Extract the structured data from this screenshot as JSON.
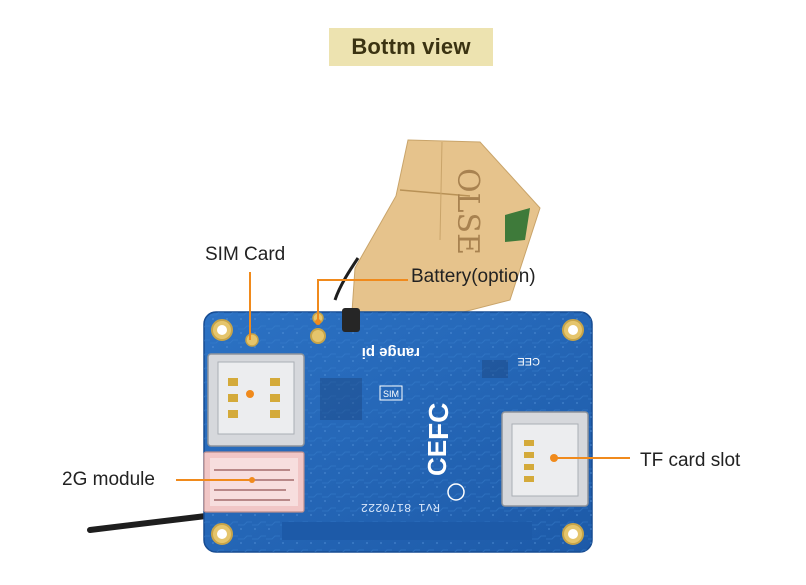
{
  "title": "Bottm view",
  "labels": {
    "sim": "SIM Card",
    "battery": "Battery(option)",
    "module": "2G module",
    "tf": "TF card slot"
  },
  "board_text": {
    "brand": "range pi",
    "cee": "CEE",
    "fcc": "FC",
    "ce": "CE",
    "sim_silk": "SIM",
    "date": "Rv1 8170222",
    "tape": "OLSE"
  },
  "colors": {
    "title_bg": "#ede3b0",
    "title_text": "#3b3312",
    "leader": "#f08a1c",
    "pcb": "#2466b8",
    "tape": "#e6c38c",
    "label": "#222222"
  }
}
